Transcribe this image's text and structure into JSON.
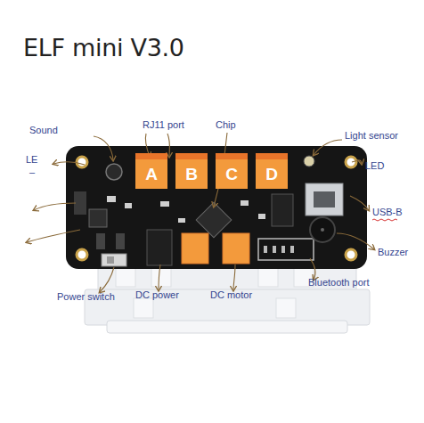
{
  "diagram": {
    "title": "ELF mini V3.0",
    "nodes": [
      {
        "text": [
          "A"
        ]
      },
      {
        "text": [
          "B"
        ]
      },
      {
        "text": [
          "C"
        ]
      },
      {
        "text": [
          "D"
        ]
      }
    ],
    "labels": [
      "Sound",
      "LE",
      "–",
      "RJ11 port",
      "Chip",
      "Light sensor",
      "LED",
      "USB-B",
      "Buzzer",
      "Bluetooth port",
      "DC motor",
      "DC power",
      "Power switch"
    ]
  }
}
